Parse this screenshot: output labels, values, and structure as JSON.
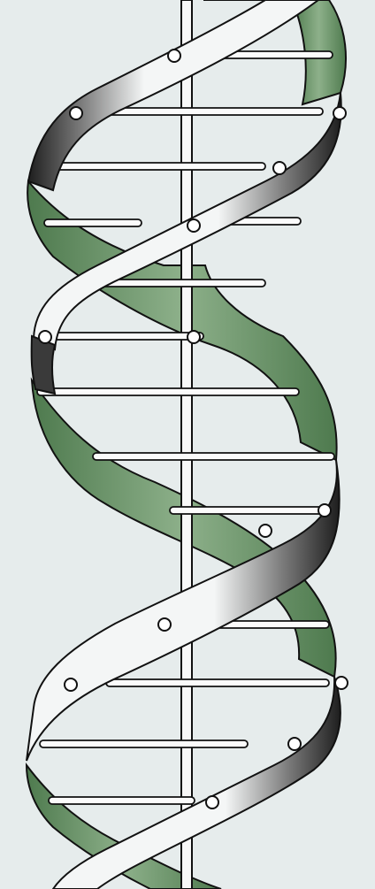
{
  "diagram": {
    "subject": "dna-double-helix",
    "colors": {
      "background": "#e6ecec",
      "ribbon_front": "#eef1f1",
      "ribbon_back": "#6f9a6d",
      "ribbon_edge_shade": "#2a2a2a",
      "outline": "#111111",
      "rung": "#fbfbfb",
      "phosphate_dot": "#ffffff"
    },
    "icons": {
      "strand_front": "ribbon-strand",
      "strand_back": "ribbon-strand-shadow",
      "base_pair": "rung-bar",
      "phosphate": "open-circle",
      "axis": "central-axis-rod"
    },
    "counts": {
      "base_pair_rungs": 14,
      "phosphate_dots": 14,
      "helix_turns": 2
    }
  }
}
